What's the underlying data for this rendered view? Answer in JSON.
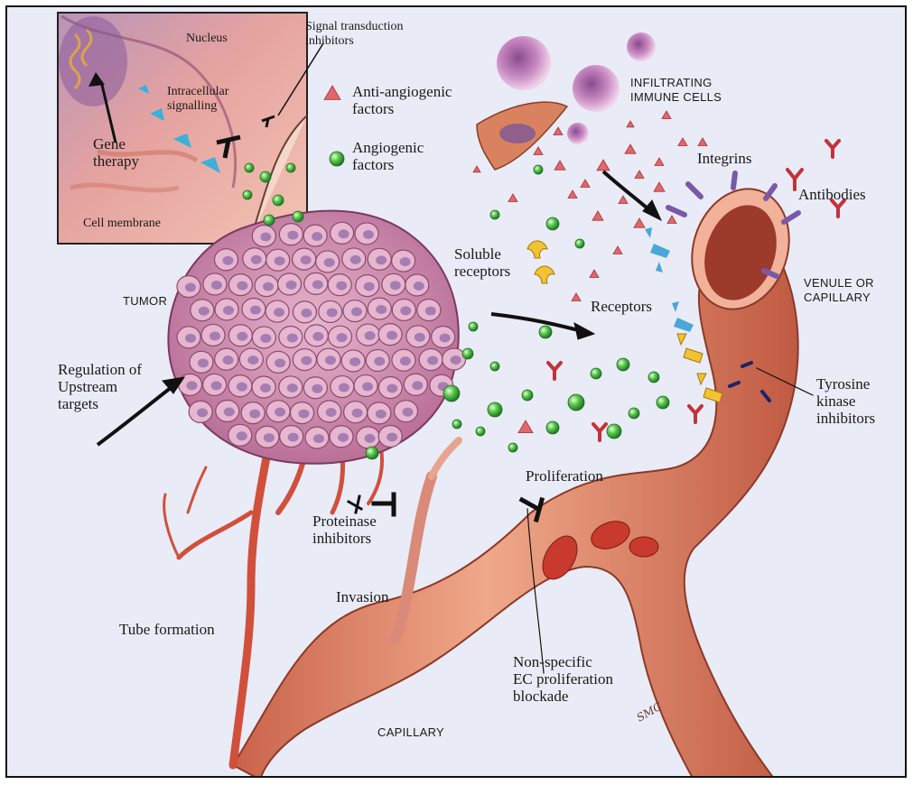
{
  "labels": {
    "nucleus": "Nucleus",
    "signal_transduction_inhibitors": "Signal transduction\ninhibitors",
    "intracellular_signalling": "Intracellular\nsignalling",
    "gene_therapy": "Gene\ntherapy",
    "cell_membrane": "Cell membrane",
    "anti_angiogenic_factors": "Anti-angiogenic\nfactors",
    "angiogenic_factors": "Angiogenic\nfactors",
    "infiltrating_immune_cells": "INFILTRATING\nIMMUNE CELLS",
    "integrins": "Integrins",
    "antibodies": "Antibodies",
    "soluble_receptors": "Soluble\nreceptors",
    "tumor": "TUMOR",
    "receptors": "Receptors",
    "venule_or_capillary": "VENULE OR\nCAPILLARY",
    "regulation_of_upstream_targets": "Regulation of\nUpstream\ntargets",
    "tyrosine_kinase_inhibitors": "Tyrosine\nkinase\ninhibitors",
    "proliferation": "Proliferation",
    "proteinase_inhibitors": "Proteinase\ninhibitors",
    "invasion": "Invasion",
    "tube_formation": "Tube formation",
    "non_specific_ec_proliferation_blockade": "Non-specific\nEC proliferation\nblockade",
    "capillary": "CAPILLARY"
  },
  "signature": "SMC",
  "colors": {
    "background": "#e9ebf6",
    "vessel": "#e58a6e",
    "vessel_dark": "#b5523c",
    "tumor": "#d99bb8",
    "tumor_dark": "#9b4f7a",
    "angiogenic_factor": "#3fae3a",
    "anti_angiogenic_factor": "#e2676a",
    "receptor_blue": "#4aa7d8",
    "soluble_receptor_yellow": "#f1c232",
    "integrin_purple": "#7a58a8",
    "antibody_red": "#c3323a",
    "tki_navy": "#1c2466"
  }
}
